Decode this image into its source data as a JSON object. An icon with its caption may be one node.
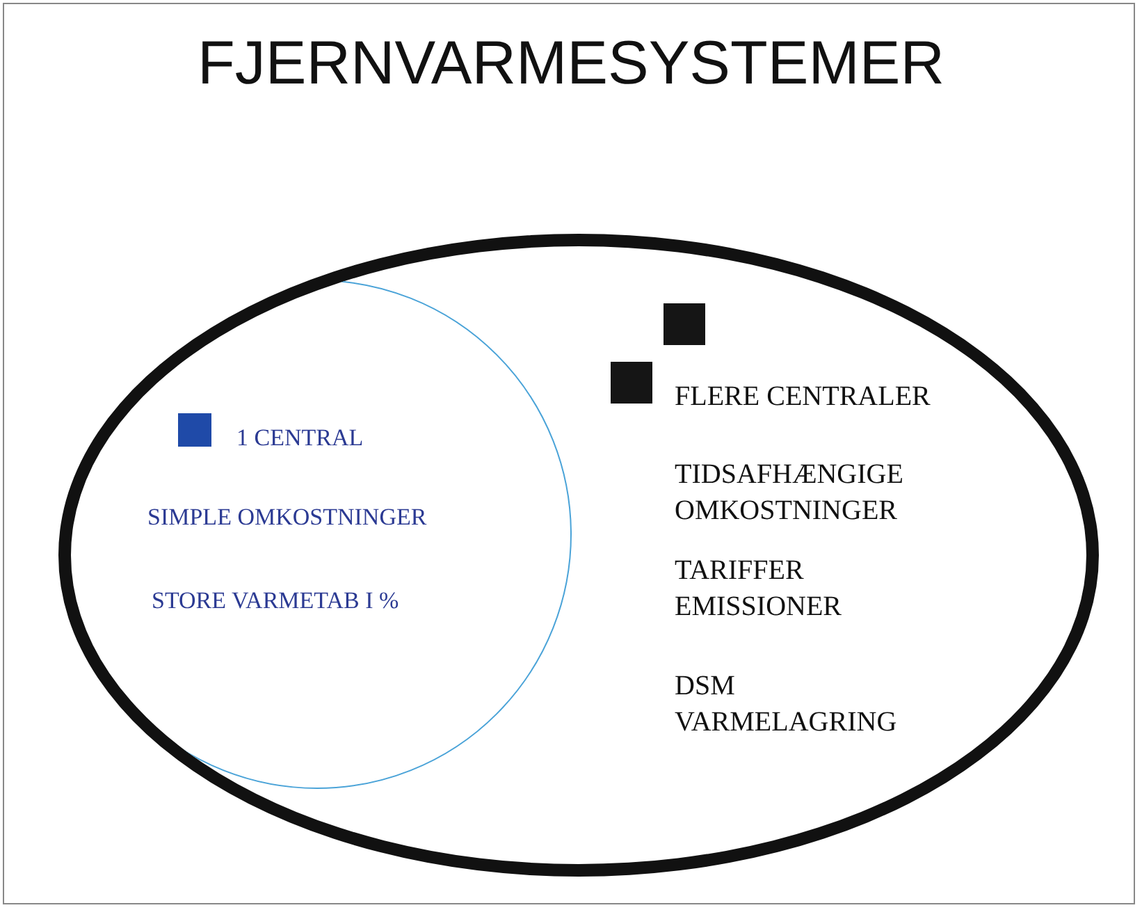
{
  "diagram": {
    "title": "FJERNVARMESYSTEMER",
    "nodes": [
      {
        "text": [
          "FLERE CENTRALER",
          "TIDSAFHÆNGIGE OMKOSTNINGER",
          "TARIFFER EMISSIONER",
          "DSM VARMELAGRING"
        ]
      },
      {
        "text": [
          "1 CENTRAL",
          "SIMPLE OMKOSTNINGER",
          "STORE VARMETAB I %"
        ],
        "in": 0
      }
    ],
    "edges": []
  }
}
